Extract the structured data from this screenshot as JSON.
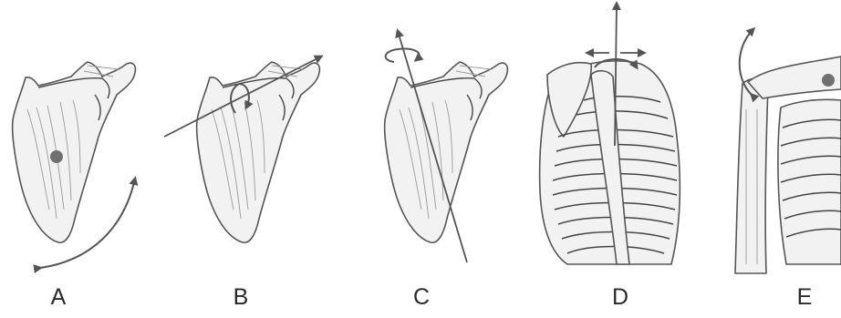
{
  "figure": {
    "panels": [
      {
        "label": "A",
        "view": "scapula-point-axis",
        "icon": "scapula-illustration"
      },
      {
        "label": "B",
        "view": "scapula-oblique-axis",
        "icon": "scapula-illustration"
      },
      {
        "label": "C",
        "view": "scapula-vertical-axis",
        "icon": "scapula-illustration"
      },
      {
        "label": "D",
        "view": "ribcage-clavicle-axis",
        "icon": "ribcage-illustration"
      },
      {
        "label": "E",
        "view": "shoulder-girdle-front",
        "icon": "skeleton-illustration"
      }
    ],
    "colors": {
      "line": "#555555",
      "bone_fill": "#f2f2f2",
      "dot": "#707070",
      "label": "#2a2a2a"
    }
  }
}
